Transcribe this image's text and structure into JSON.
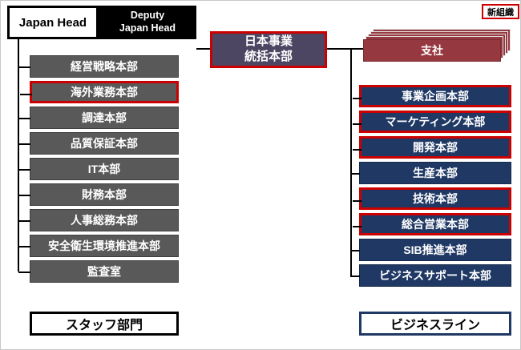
{
  "leadership": {
    "japan_head": "Japan Head",
    "deputy_line1": "Deputy",
    "deputy_line2": "Japan Head"
  },
  "badges": {
    "new_org": "新組織"
  },
  "center": {
    "hq_line1": "日本事業",
    "hq_line2": "統括本部",
    "branch": "支社"
  },
  "staff_division": {
    "footer": "スタッフ部門",
    "items": [
      {
        "label": "経営戦略本部",
        "highlight": false
      },
      {
        "label": "海外業務本部",
        "highlight": true
      },
      {
        "label": "調達本部",
        "highlight": false
      },
      {
        "label": "品質保証本部",
        "highlight": false
      },
      {
        "label": "IT本部",
        "highlight": false
      },
      {
        "label": "財務本部",
        "highlight": false
      },
      {
        "label": "人事総務本部",
        "highlight": false
      },
      {
        "label": "安全衛生環境推進本部",
        "highlight": false
      },
      {
        "label": "監査室",
        "highlight": false
      }
    ]
  },
  "business_line": {
    "footer": "ビジネスライン",
    "items": [
      {
        "label": "事業企画本部",
        "highlight": true
      },
      {
        "label": "マーケティング本部",
        "highlight": true
      },
      {
        "label": "開発本部",
        "highlight": true
      },
      {
        "label": "生産本部",
        "highlight": false
      },
      {
        "label": "技術本部",
        "highlight": true
      },
      {
        "label": "総合営業本部",
        "highlight": true
      },
      {
        "label": "SIB推進本部",
        "highlight": false
      },
      {
        "label": "ビジネスサポート本部",
        "highlight": false
      }
    ]
  },
  "colors": {
    "gray": "#595959",
    "navy": "#1f3864",
    "purple": "#4d4663",
    "red": "#cc0000",
    "brick": "#96383f"
  }
}
